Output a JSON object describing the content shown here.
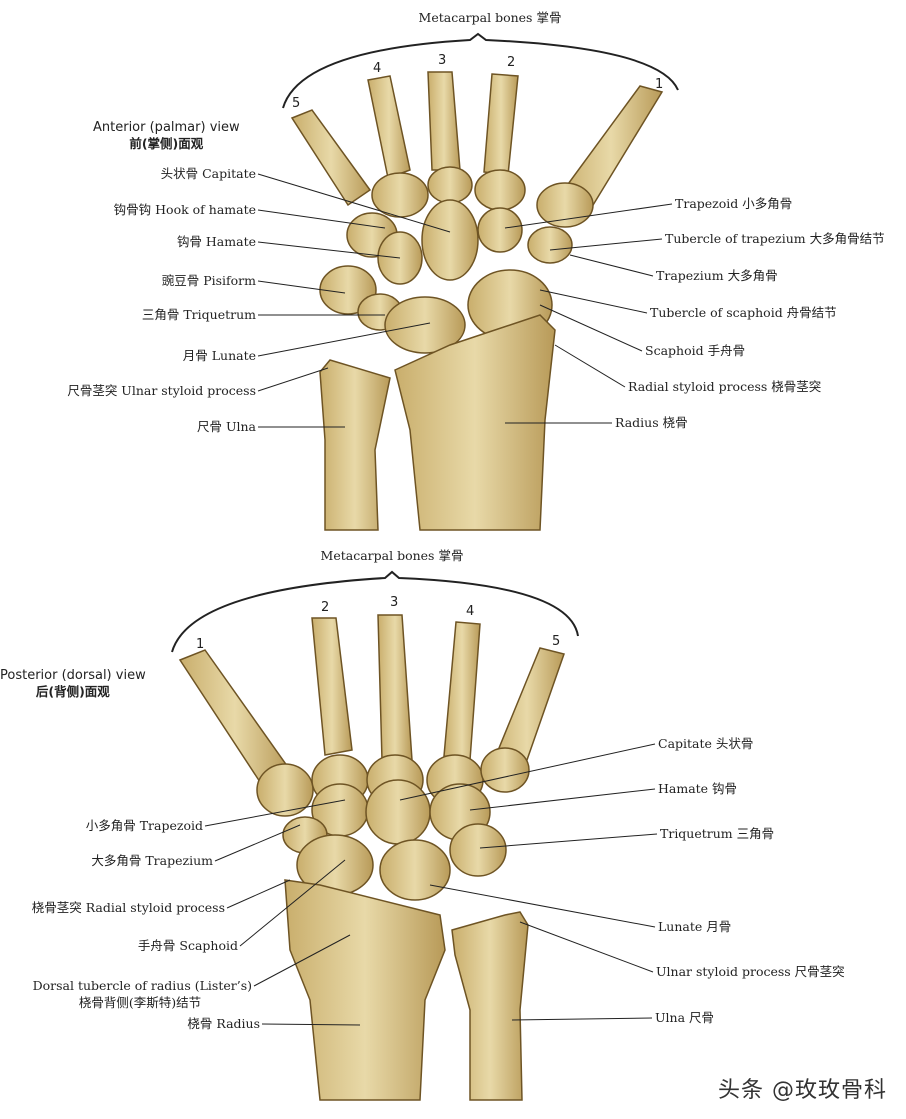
{
  "anterior": {
    "title": "Metacarpal bones 掌骨",
    "view_en": "Anterior (palmar) view",
    "view_zh": "前(掌侧)面观",
    "numbers": [
      "5",
      "4",
      "3",
      "2",
      "1"
    ],
    "left_labels": [
      "头状骨 Capitate",
      "钩骨钩 Hook of hamate",
      "钩骨 Hamate",
      "豌豆骨 Pisiform",
      "三角骨 Triquetrum",
      "月骨 Lunate",
      "尺骨茎突 Ulnar styloid process",
      "尺骨 Ulna"
    ],
    "right_labels": [
      "Trapezoid 小多角骨",
      "Tubercle of trapezium 大多角骨结节",
      "Trapezium 大多角骨",
      "Tubercle of scaphoid 舟骨结节",
      "Scaphoid 手舟骨",
      "Radial styloid process 桡骨茎突",
      "Radius 桡骨"
    ]
  },
  "posterior": {
    "title": "Metacarpal bones 掌骨",
    "view_en": "Posterior (dorsal) view",
    "view_zh": "后(背侧)面观",
    "numbers": [
      "1",
      "2",
      "3",
      "4",
      "5"
    ],
    "left_labels": [
      "小多角骨 Trapezoid",
      "大多角骨 Trapezium",
      "桡骨茎突 Radial styloid process",
      "手舟骨 Scaphoid",
      "Dorsal tubercle of radius (Lister’s)",
      "桡骨背侧(李斯特)结节",
      "桡骨 Radius"
    ],
    "right_labels": [
      "Capitate 头状骨",
      "Hamate 钩骨",
      "Triquetrum 三角骨",
      "Lunate 月骨",
      "Ulnar styloid process 尺骨茎突",
      "Ulna 尺骨"
    ]
  },
  "watermark": "头条 @玫玫骨科",
  "colors": {
    "bone": "#dcc78f",
    "bone_shadow": "#a88a4c",
    "outline": "#6e5424"
  }
}
